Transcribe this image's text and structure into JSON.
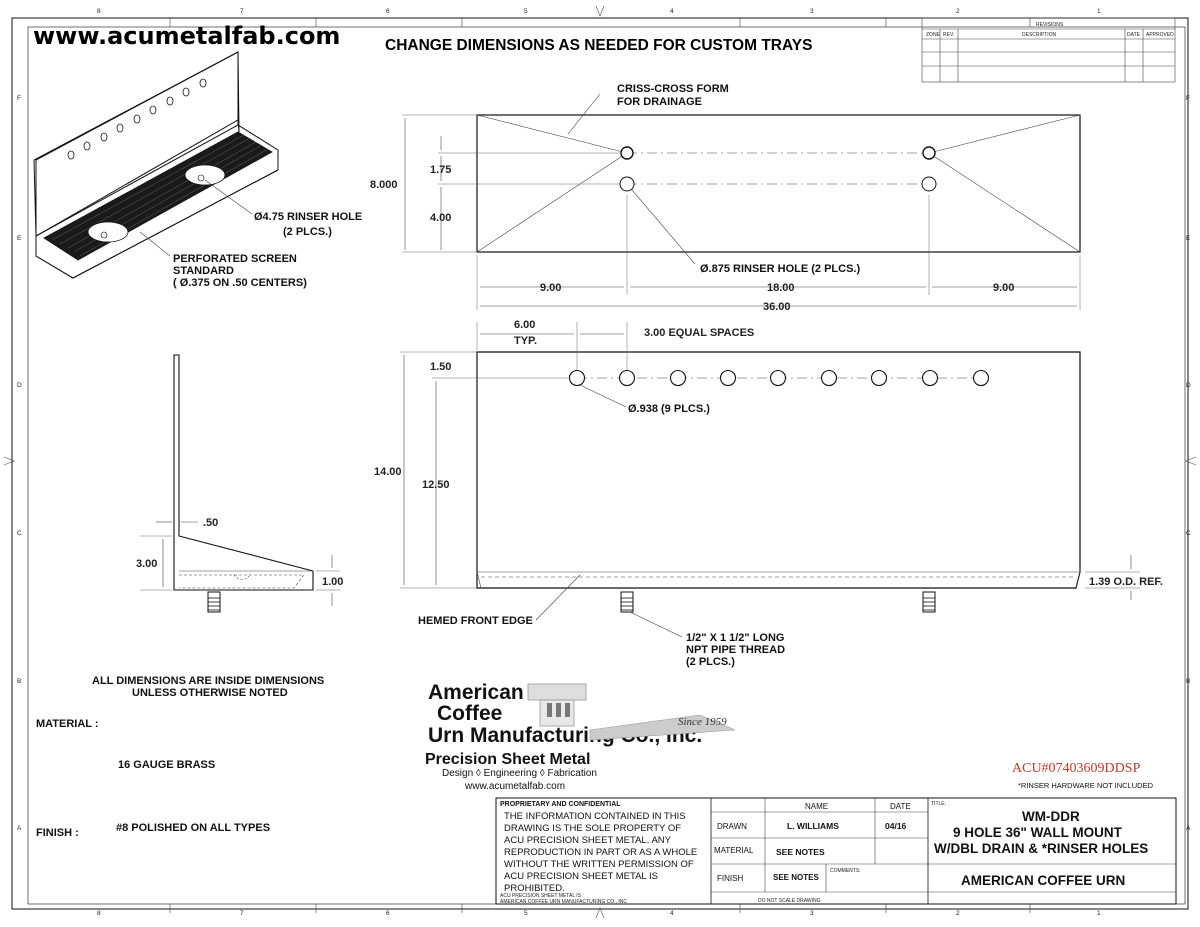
{
  "header": {
    "website": "www.acumetalfab.com",
    "headline": "CHANGE DIMENSIONS AS NEEDED FOR CUSTOM TRAYS"
  },
  "border": {
    "columns": [
      "8",
      "7",
      "6",
      "5",
      "4",
      "3",
      "2",
      "1"
    ],
    "rows": [
      "F",
      "E",
      "D",
      "C",
      "B",
      "A"
    ]
  },
  "revisions": {
    "title": "REVISIONS",
    "columns": [
      "ZONE",
      "REV.",
      "DESCRIPTION",
      "DATE",
      "APPROVED"
    ]
  },
  "iso_view": {
    "rinser_note_1": "Ø4.75 RINSER HOLE",
    "rinser_note_2": "(2 PLCS.)",
    "screen_note_1": "PERFORATED SCREEN",
    "screen_note_2": "STANDARD",
    "screen_note_3": "( Ø.375 ON .50 CENTERS)"
  },
  "top_view": {
    "form_note_1": "CRISS-CROSS FORM",
    "form_note_2": "FOR DRAINAGE",
    "dim_overall_depth": "8.000",
    "dim_175": "1.75",
    "dim_400": "4.00",
    "hole_note": "Ø.875 RINSER HOLE (2 PLCS.)",
    "dim_left": "9.00",
    "dim_mid": "18.00",
    "dim_right": "9.00",
    "dim_total": "36.00"
  },
  "front_view": {
    "dim_600": "6.00",
    "typ": "TYP.",
    "equal_spaces": "3.00 EQUAL SPACES",
    "dim_150": "1.50",
    "hole_note": "Ø.938 (9 PLCS.)",
    "dim_1400": "14.00",
    "dim_1250": "12.50",
    "od_ref": "1.39 O.D. REF.",
    "hem_note": "HEMED FRONT EDGE",
    "pipe_note_1": "1/2\" X 1 1/2\" LONG",
    "pipe_note_2": "NPT PIPE THREAD",
    "pipe_note_3": "(2 PLCS.)"
  },
  "side_view": {
    "dim_050": ".50",
    "dim_300": "3.00",
    "dim_100": "1.00"
  },
  "notes": {
    "dims_note_1": "ALL DIMENSIONS ARE INSIDE DIMENSIONS",
    "dims_note_2": "UNLESS OTHERWISE NOTED",
    "material_label": "MATERIAL :",
    "material_value": "16 GAUGE BRASS",
    "finish_label": "FINISH :",
    "finish_value": "#8 POLISHED ON ALL TYPES"
  },
  "logo": {
    "line1": "American",
    "line2": "Coffee",
    "line3": "Urn Manufacturing Co., Inc.",
    "since": "Since 1959",
    "psm": "Precision Sheet Metal",
    "services": "Design ◊ Engineering ◊ Fabrication",
    "url": "www.acumetalfab.com"
  },
  "part_code": "ACU#07403609DDSP",
  "rinser_hw_note": "*RINSER HARDWARE NOT INCLUDED",
  "title_block": {
    "proprietary_title": "PROPRIETARY AND CONFIDENTIAL",
    "proprietary_lines": [
      "THE INFORMATION CONTAINED IN THIS",
      "DRAWING IS THE SOLE PROPERTY OF",
      "ACU PRECISION SHEET METAL.  ANY",
      "REPRODUCTION IN PART OR AS A WHOLE",
      "WITHOUT THE WRITTEN PERMISSION OF",
      "ACU PRECISION SHEET METAL IS",
      "PROHIBITED."
    ],
    "footer_1": "ACU PRECISION SHEET METAL IS :",
    "footer_2": "AMERICAN COFFEE URN MANUFACTURING CO., INC",
    "name_header": "NAME",
    "date_header": "DATE",
    "drawn_label": "DRAWN",
    "drawn_name": "L. WILLIAMS",
    "drawn_date": "04/16",
    "material_label": "MATERIAL",
    "material_value": "SEE NOTES",
    "finish_label": "FINISH",
    "finish_value": "SEE NOTES",
    "comments_label": "COMMENTS:",
    "title_label": "TITLE:",
    "title_1": "WM-DDR",
    "title_2": "9 HOLE  36\" WALL MOUNT",
    "title_3": "W/DBL DRAIN & *RINSER HOLES",
    "company": "AMERICAN COFFEE URN",
    "no_scale": "DO NOT SCALE DRAWING"
  }
}
